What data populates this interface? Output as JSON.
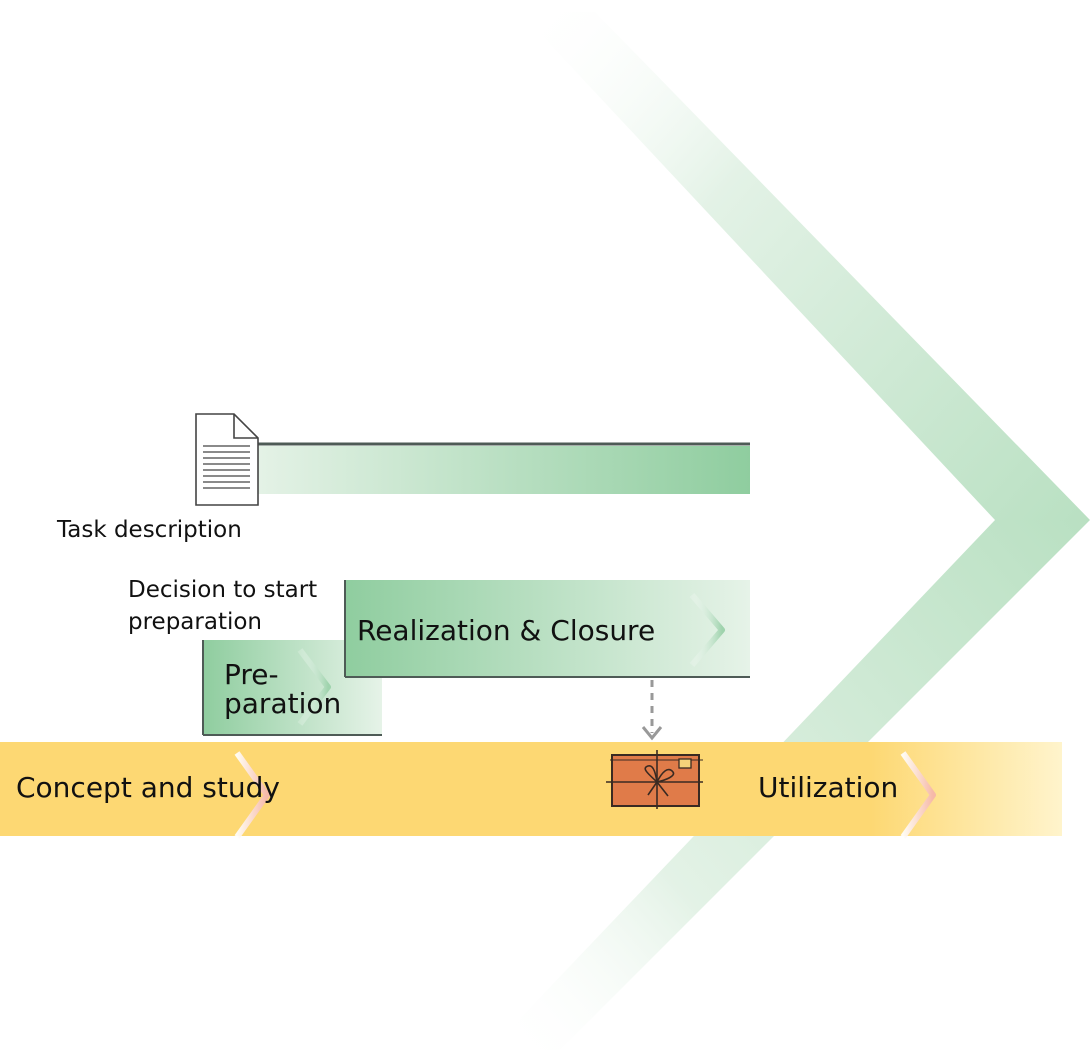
{
  "diagram": {
    "labels": {
      "task_description": "Task description",
      "decision_line1": "Decision to start",
      "decision_line2": "preparation",
      "preparation_line1": "Pre-",
      "preparation_line2": "paration",
      "realization": "Realization & Closure",
      "concept": "Concept and study",
      "utilization": "Utilization"
    },
    "icons": {
      "document": "document-icon",
      "package": "package-icon",
      "handover_arrow": "dashed-arrow-down"
    },
    "colors": {
      "green_dark": "#8fcd9f",
      "green_light": "#e6f3e8",
      "green_chevron": "#bfe3c7",
      "yellow": "#fdd873",
      "yellow_fade": "#fff3c4",
      "package": "#e07b49",
      "arrow": "#999999",
      "text": "#111111"
    }
  }
}
